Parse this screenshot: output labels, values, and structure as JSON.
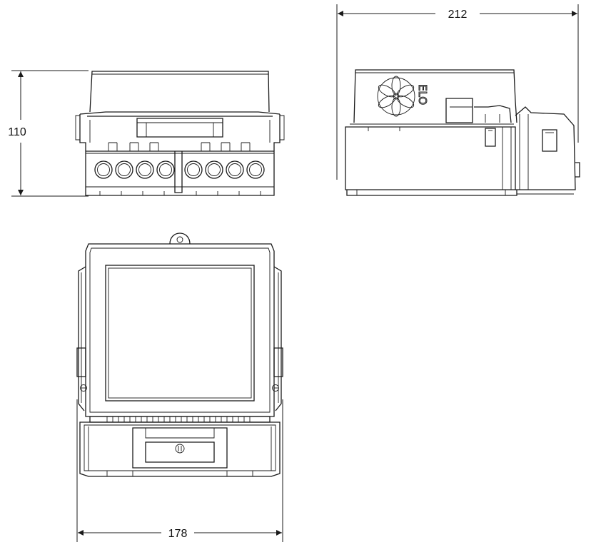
{
  "dimensions": {
    "height": "110",
    "depth": "212",
    "width": "178"
  },
  "brand": {
    "logo_text": "ELO"
  },
  "colors": {
    "line": "#1a1a1a",
    "background": "#ffffff"
  },
  "features": {
    "cable_gland_count": 8
  }
}
